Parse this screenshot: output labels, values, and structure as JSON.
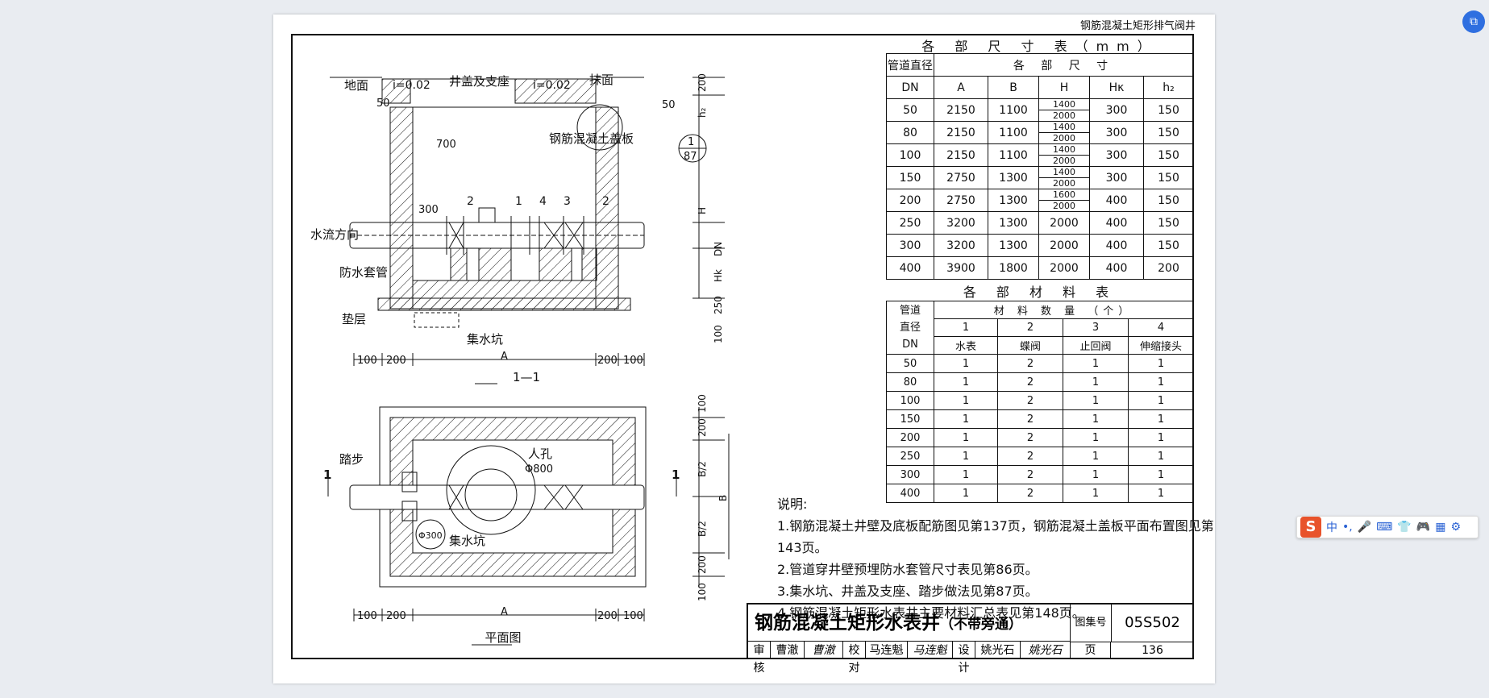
{
  "page_header": "钢筋混凝土矩形排气阀井",
  "section_labels": {
    "ground": "地面",
    "cover_and_seat": "井盖及支座",
    "finish": "抹面",
    "slope_left": "i=0.02",
    "slope_right": "i=0.02",
    "cover_slab": "钢筋混凝土盖板",
    "flow_direction": "水流方向",
    "waterproof_sleeve": "防水套管",
    "cushion": "垫层",
    "sump": "集水坑",
    "section_title": "1—1",
    "plan_title": "平面图",
    "step": "踏步",
    "manhole": "人孔",
    "manhole_dia": "Φ800",
    "sump_dia": "Φ300",
    "cut_mark": "1",
    "detail_ref_top": "1",
    "detail_ref_bottom": "87",
    "item_2a": "2",
    "item_1": "1",
    "item_4": "4",
    "item_3": "3",
    "item_2b": "2"
  },
  "dims": {
    "d50l": "50",
    "d50r": "50",
    "d700": "700",
    "d300": "300",
    "d200v": "200",
    "h2": "h₂",
    "H": "H",
    "DN": "DN",
    "Hk": "Hk",
    "d250": "250",
    "d100v": "100",
    "d100a": "100",
    "d200a": "200",
    "A": "A",
    "d200b": "200",
    "d100b": "100",
    "p100t": "100",
    "p200t": "200",
    "B2a": "B/2",
    "B": "B",
    "B2b": "B/2",
    "p200b": "200",
    "p100b": "100",
    "q100a": "100",
    "q200a": "200",
    "qA": "A",
    "q200b": "200",
    "q100b": "100"
  },
  "dim_table": {
    "caption": "各 部 尺 寸 表（mm）",
    "head_pipe": "管道直径",
    "head_group": "各 部 尺 寸",
    "cols": [
      "DN",
      "A",
      "B",
      "H",
      "Hκ",
      "h₂"
    ],
    "rows": [
      {
        "dn": "50",
        "a": "2150",
        "b": "1100",
        "h_top": "1400",
        "h_bot": "2000",
        "hk": "300",
        "h2": "150"
      },
      {
        "dn": "80",
        "a": "2150",
        "b": "1100",
        "h_top": "1400",
        "h_bot": "2000",
        "hk": "300",
        "h2": "150"
      },
      {
        "dn": "100",
        "a": "2150",
        "b": "1100",
        "h_top": "1400",
        "h_bot": "2000",
        "hk": "300",
        "h2": "150"
      },
      {
        "dn": "150",
        "a": "2750",
        "b": "1300",
        "h_top": "1400",
        "h_bot": "2000",
        "hk": "300",
        "h2": "150"
      },
      {
        "dn": "200",
        "a": "2750",
        "b": "1300",
        "h_top": "1600",
        "h_bot": "2000",
        "hk": "400",
        "h2": "150"
      },
      {
        "dn": "250",
        "a": "3200",
        "b": "1300",
        "h": "2000",
        "hk": "400",
        "h2": "150"
      },
      {
        "dn": "300",
        "a": "3200",
        "b": "1300",
        "h": "2000",
        "hk": "400",
        "h2": "150"
      },
      {
        "dn": "400",
        "a": "3900",
        "b": "1800",
        "h": "2000",
        "hk": "400",
        "h2": "200"
      }
    ]
  },
  "mat_table": {
    "caption": "各 部 材 料 表",
    "head_pipe_1": "管道",
    "head_pipe_2": "直径",
    "head_pipe_3": "DN",
    "head_group": "材 料 数 量 （个）",
    "nums": [
      "1",
      "2",
      "3",
      "4"
    ],
    "names": [
      "水表",
      "蝶阀",
      "止回阀",
      "伸缩接头"
    ],
    "rows": [
      [
        "50",
        "1",
        "2",
        "1",
        "1"
      ],
      [
        "80",
        "1",
        "2",
        "1",
        "1"
      ],
      [
        "100",
        "1",
        "2",
        "1",
        "1"
      ],
      [
        "150",
        "1",
        "2",
        "1",
        "1"
      ],
      [
        "200",
        "1",
        "2",
        "1",
        "1"
      ],
      [
        "250",
        "1",
        "2",
        "1",
        "1"
      ],
      [
        "300",
        "1",
        "2",
        "1",
        "1"
      ],
      [
        "400",
        "1",
        "2",
        "1",
        "1"
      ]
    ]
  },
  "notes": {
    "heading": "说明:",
    "items": [
      "1.钢筋混凝土井壁及底板配筋图见第137页，钢筋混凝土盖板平面布置图见第143页。",
      "2.管道穿井壁预埋防水套管尺寸表见第86页。",
      "3.集水坑、井盖及支座、踏步做法见第87页。",
      "4.钢筋混凝土矩形水表井主要材料汇总表见第148页。"
    ]
  },
  "title_block": {
    "title": "钢筋混凝土矩形水表井",
    "subtitle": "（不带旁通）",
    "atlas_label": "图集号",
    "atlas_no": "05S502",
    "review_label": "审核",
    "review_name": "曹澈",
    "review_sign": "曹澈",
    "check_label": "校对",
    "check_name": "马连魁",
    "check_sign": "马连魁",
    "design_label": "设计",
    "design_name": "姚光石",
    "design_sign": "姚光石",
    "page_label": "页",
    "page_no": "136"
  },
  "ime_toolbar": {
    "logo": "S",
    "lang": "中",
    "punct": "•,"
  }
}
